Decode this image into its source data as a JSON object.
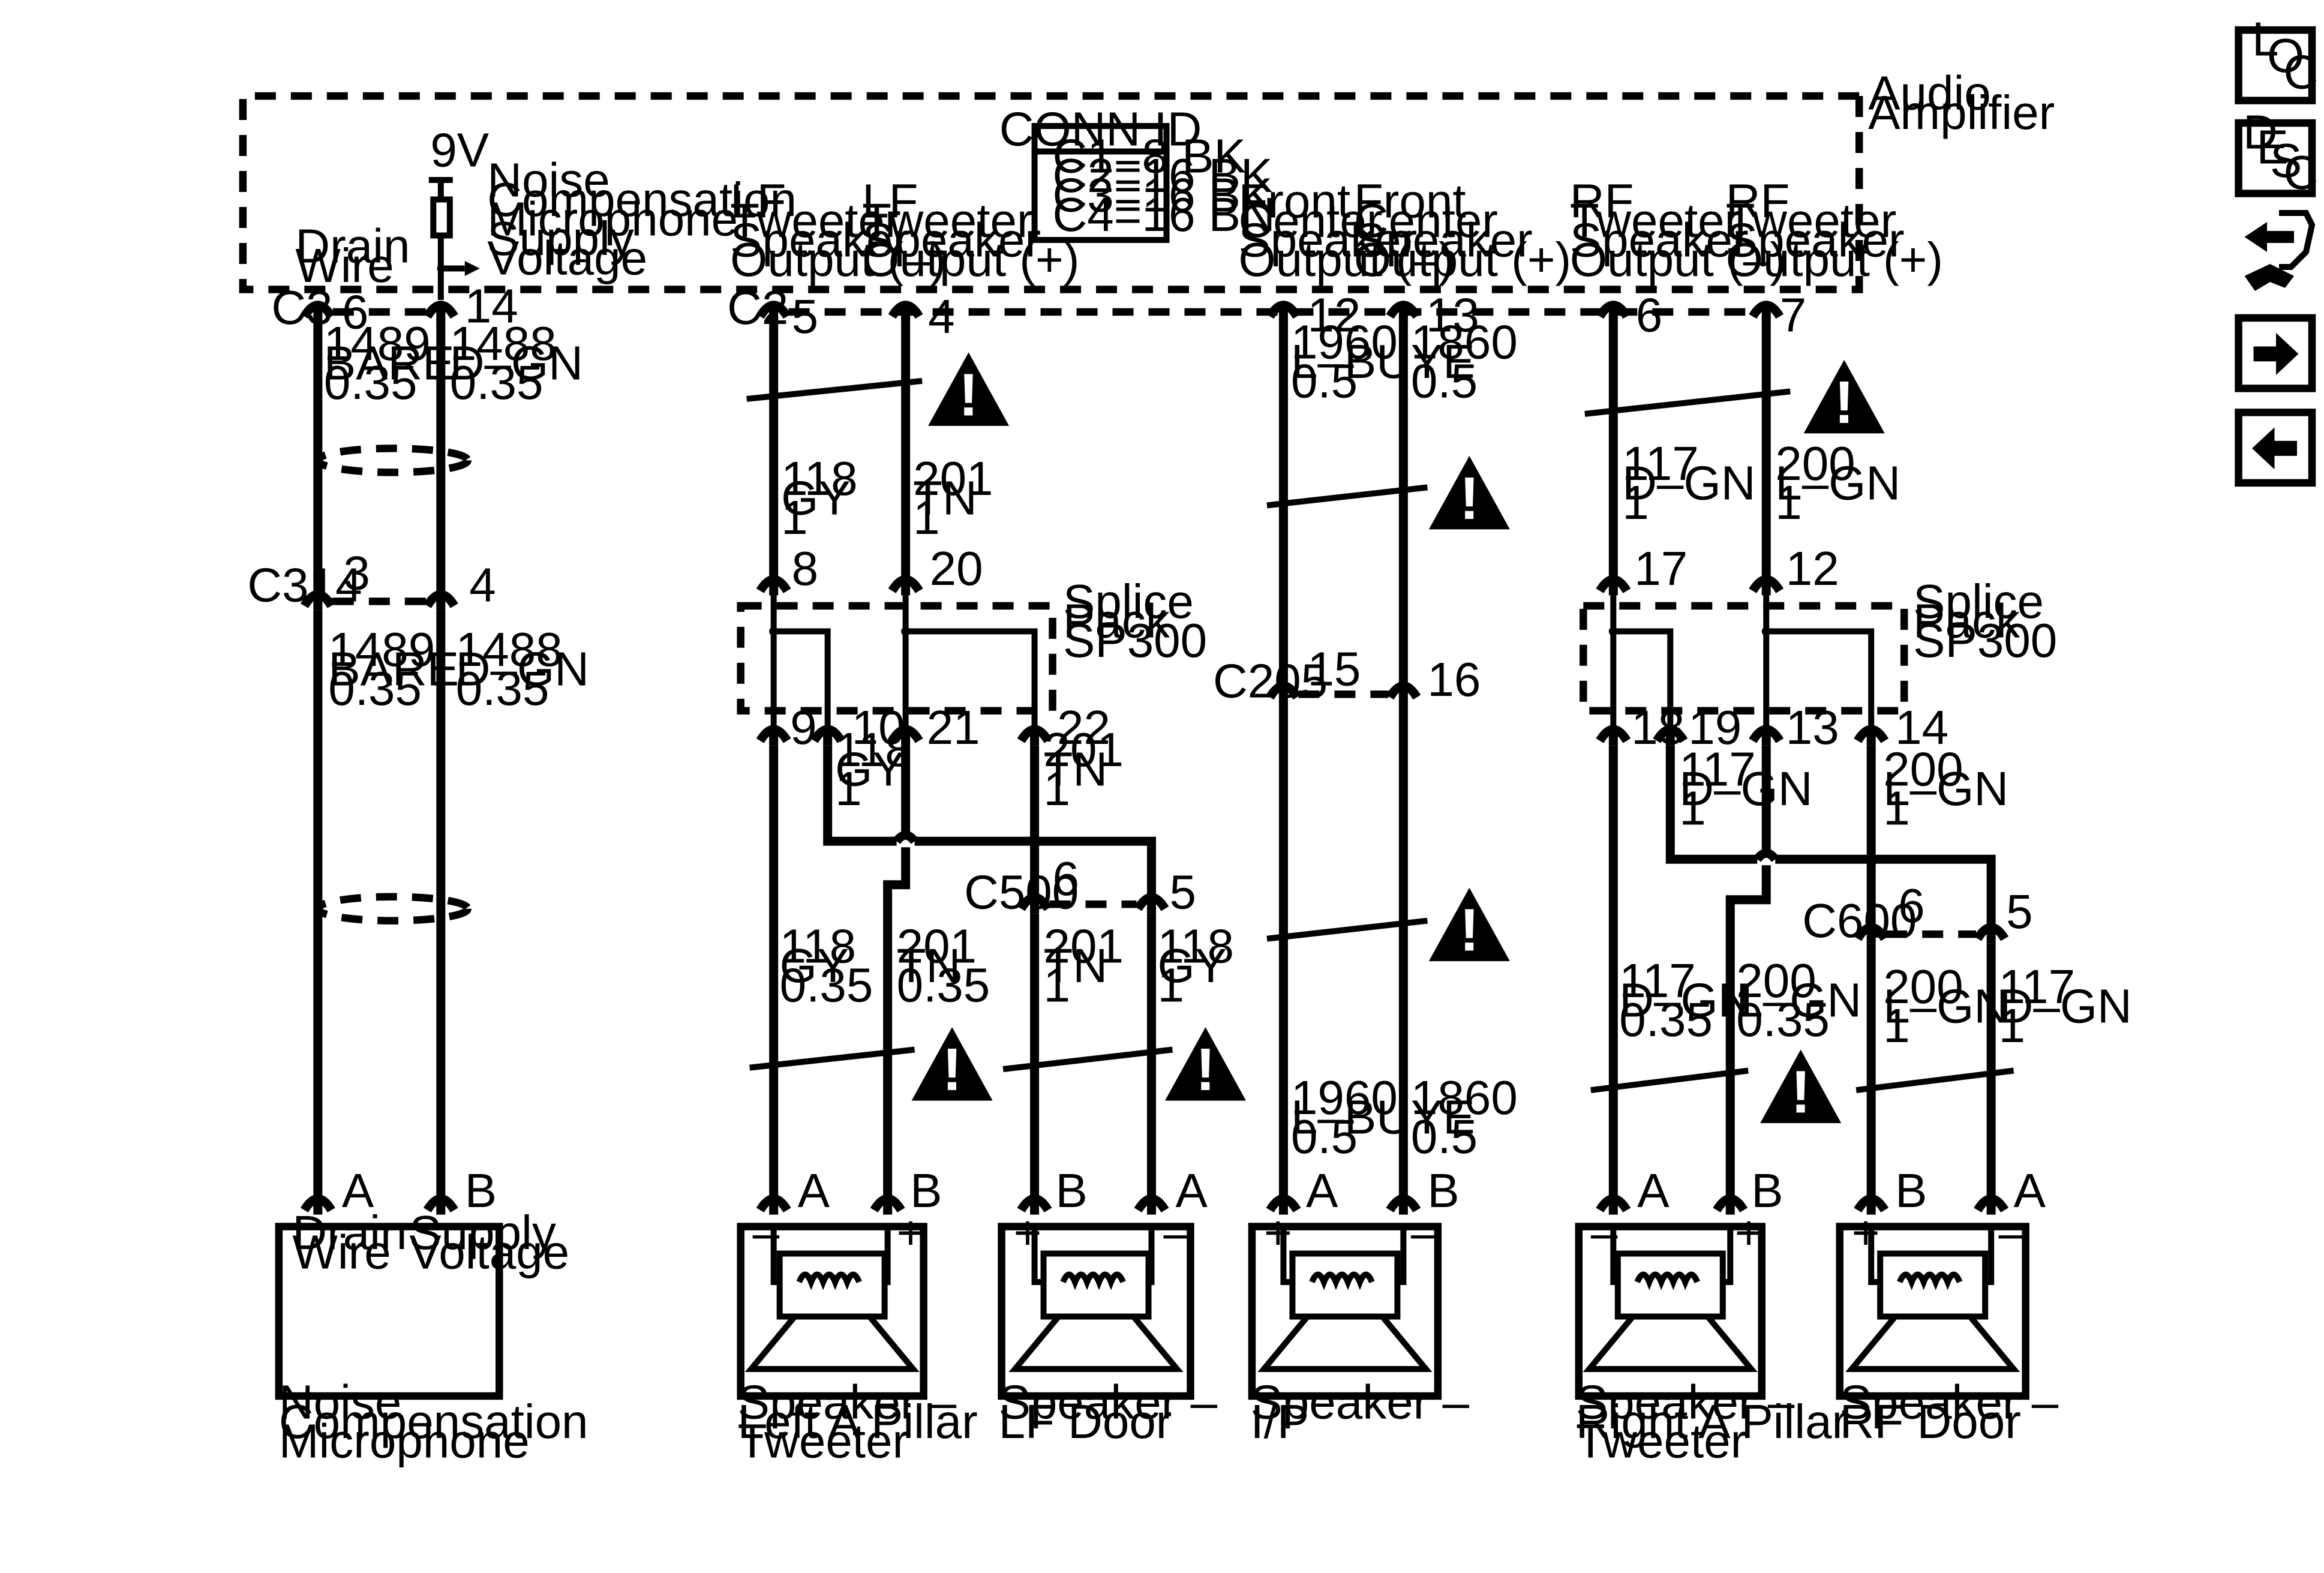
{
  "amplifier": {
    "label_lines": [
      "Audio",
      "Amplifier"
    ],
    "conn_id": {
      "header": "CONN ID",
      "rows": [
        "C1=8 BK",
        "C2=16 BK",
        "C3=16 BK",
        "C4=16 BN"
      ]
    },
    "outputs": {
      "drain": [
        "Drain",
        "Wire"
      ],
      "ncm_supply": [
        "Noise",
        "Compensation",
        "Microphone",
        "Supply",
        "Voltage"
      ],
      "lf_tw_neg": [
        "LF",
        "Tweeter",
        "Speaker",
        "Output (–)"
      ],
      "lf_tw_pos": [
        "LF",
        "Tweeter",
        "Speaker",
        "Output (+)"
      ],
      "fc_neg": [
        "Front",
        "Center",
        "Speaker",
        "Output (–)"
      ],
      "fc_pos": [
        "Front",
        "Center",
        "Speaker",
        "Output (+)"
      ],
      "rf_tw_neg": [
        "RF",
        "Tweeter",
        "Speaker",
        "Output (–)"
      ],
      "rf_tw_pos": [
        "RF",
        "Tweeter",
        "Speaker",
        "Output (+)"
      ]
    },
    "voltage": "9V"
  },
  "connectors": {
    "C3": "C3",
    "C2": "C2",
    "C314": "C314",
    "C205": "C205",
    "C500": "C500",
    "C600": "C600"
  },
  "pins": {
    "c3_6": "6",
    "c3_14": "14",
    "c2_5": "5",
    "c2_4": "4",
    "c2_12": "12",
    "c2_13": "13",
    "c2_6": "6",
    "c2_7": "7",
    "c314_3": "3",
    "c314_4": "4",
    "sp_lf_8": "8",
    "sp_lf_20": "20",
    "sp_lf_9": "9",
    "sp_lf_10": "10",
    "sp_lf_21": "21",
    "sp_lf_22": "22",
    "sp_rf_17": "17",
    "sp_rf_12": "12",
    "sp_rf_18": "18",
    "sp_rf_19": "19",
    "sp_rf_13": "13",
    "sp_rf_14": "14",
    "c205_15": "15",
    "c205_16": "16",
    "c500_6": "6",
    "c500_5": "5",
    "c600_6": "6",
    "c600_5": "5",
    "ncm_a": "A",
    "ncm_b": "B",
    "lfa_a": "A",
    "lfa_b": "B",
    "lfd_b": "B",
    "lfd_a": "A",
    "ip_a": "A",
    "ip_b": "B",
    "rfa_a": "A",
    "rfa_b": "B",
    "rfd_b": "B",
    "rfd_a": "A"
  },
  "wires": {
    "w1489_top": [
      "1489",
      "BARE",
      "0.35"
    ],
    "w1488_top": [
      "1488",
      "D–GN",
      "0.35"
    ],
    "w1489_bot": [
      "1489",
      "BARE",
      "0.35"
    ],
    "w1488_bot": [
      "1488",
      "D–GN",
      "0.35"
    ],
    "w118_top": [
      "118",
      "GY",
      "1"
    ],
    "w201_top": [
      "201",
      "TN",
      "1"
    ],
    "w118_mid": [
      "118",
      "GY",
      "1"
    ],
    "w201_mid": [
      "201",
      "TN",
      "1"
    ],
    "w118_lfa": [
      "118",
      "GY",
      "0.35"
    ],
    "w201_lfa": [
      "201",
      "TN",
      "0.35"
    ],
    "w201_lfd": [
      "201",
      "TN",
      "1"
    ],
    "w118_lfd": [
      "118",
      "GY",
      "1"
    ],
    "w1960_top": [
      "1960",
      "L–BU",
      "0.5"
    ],
    "w1860_top": [
      "1860",
      "YE",
      "0.5"
    ],
    "w1960_bot": [
      "1960",
      "L–BU",
      "0.5"
    ],
    "w1860_bot": [
      "1860",
      "YE",
      "0.5"
    ],
    "w117_top": [
      "117",
      "D–GN",
      "1"
    ],
    "w200_top": [
      "200",
      "L–GN",
      "1"
    ],
    "w117_mid": [
      "117",
      "D–GN",
      "1"
    ],
    "w200_mid": [
      "200",
      "L–GN",
      "1"
    ],
    "w117_rfa": [
      "117",
      "D–GN",
      "0.35"
    ],
    "w200_rfa": [
      "200",
      "L–GN",
      "0.35"
    ],
    "w200_rfd": [
      "200",
      "L–GN",
      "1"
    ],
    "w117_rfd": [
      "117",
      "D–GN",
      "1"
    ]
  },
  "splice_packs": {
    "lf": [
      "Splice",
      "Pack",
      "SP300"
    ],
    "rf": [
      "Splice",
      "Pack",
      "SP300"
    ]
  },
  "components": {
    "ncm": {
      "left": [
        "Drain",
        "Wire"
      ],
      "right": [
        "Supply",
        "Voltage"
      ],
      "name": [
        "Noise",
        "Compensation",
        "Microphone"
      ]
    },
    "lfa": {
      "name": [
        "Speaker –",
        "Left A Pillar",
        "Tweeter"
      ]
    },
    "lfd": {
      "name": [
        "Speaker –",
        "LF Door"
      ]
    },
    "ip": {
      "name": [
        "Speaker –",
        "I/P"
      ]
    },
    "rfa": {
      "name": [
        "Speaker –",
        "Right A Pillar",
        "Tweeter"
      ]
    },
    "rfd": {
      "name": [
        "Speaker –",
        "RF Door"
      ]
    }
  },
  "polarity": {
    "minus": "–",
    "plus": "+"
  },
  "nav": {
    "loc": [
      "L",
      "O",
      "C"
    ],
    "desc": [
      "D",
      "E",
      "S",
      "C"
    ],
    "warning_glyph": "!"
  }
}
